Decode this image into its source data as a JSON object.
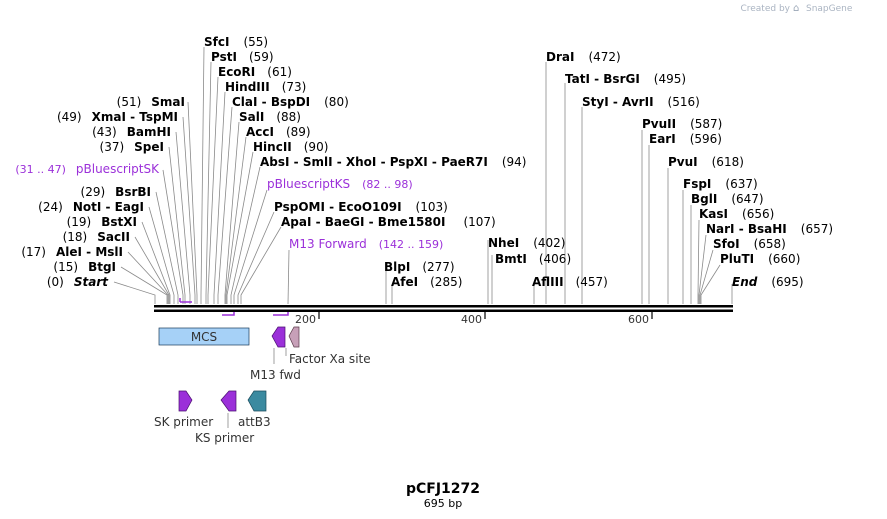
{
  "branding": {
    "created_by": "Created by",
    "product": "SnapGene"
  },
  "plasmid": {
    "name": "pCFJ1272",
    "length": "695 bp"
  },
  "colors": {
    "primer": "#9b30d9",
    "mcs": "#a6d1f7",
    "factor_xa": "#c7a0b8",
    "attb3": "#3b8aa0",
    "backbone": "#000000"
  },
  "axis": {
    "ticks": [
      "200",
      "400",
      "600"
    ]
  },
  "sites": [
    {
      "name": "SfcI",
      "pos": "(55)"
    },
    {
      "name": "PstI",
      "pos": "(59)"
    },
    {
      "name": "EcoRI",
      "pos": "(61)"
    },
    {
      "name": "HindIII",
      "pos": "(73)"
    },
    {
      "name": "ClaI  -  BspDI",
      "pos": "(80)"
    },
    {
      "name": "SalI",
      "pos": "(88)"
    },
    {
      "name": "AccI",
      "pos": "(89)"
    },
    {
      "name": "HincII",
      "pos": "(90)"
    },
    {
      "name": "AbsI  -  SmlI  -  XhoI  -  PspXI  -  PaeR7I",
      "pos": "(94)"
    },
    {
      "name": "PspOMI  -  EcoO109I",
      "pos": "(103)"
    },
    {
      "name": "ApaI  -  BaeGI  -  Bme1580I",
      "pos": "(107)"
    },
    {
      "name": "SmaI",
      "pos": "(51)"
    },
    {
      "name": "XmaI  -  TspMI",
      "pos": "(49)"
    },
    {
      "name": "BamHI",
      "pos": "(43)"
    },
    {
      "name": "SpeI",
      "pos": "(37)"
    },
    {
      "name": "BsrBI",
      "pos": "(29)"
    },
    {
      "name": "NotI  -  EagI",
      "pos": "(24)"
    },
    {
      "name": "BstXI",
      "pos": "(19)"
    },
    {
      "name": "SacII",
      "pos": "(18)"
    },
    {
      "name": "AleI  -  MslI",
      "pos": "(17)"
    },
    {
      "name": "BtgI",
      "pos": "(15)"
    },
    {
      "name": "Start",
      "pos": "(0)"
    },
    {
      "name": "BlpI",
      "pos": "(277)"
    },
    {
      "name": "AfeI",
      "pos": "(285)"
    },
    {
      "name": "NheI",
      "pos": "(402)"
    },
    {
      "name": "BmtI",
      "pos": "(406)"
    },
    {
      "name": "AflIII",
      "pos": "(457)"
    },
    {
      "name": "DraI",
      "pos": "(472)"
    },
    {
      "name": "TatI  -  BsrGI",
      "pos": "(495)"
    },
    {
      "name": "StyI  -  AvrII",
      "pos": "(516)"
    },
    {
      "name": "PvuII",
      "pos": "(587)"
    },
    {
      "name": "EarI",
      "pos": "(596)"
    },
    {
      "name": "PvuI",
      "pos": "(618)"
    },
    {
      "name": "FspI",
      "pos": "(637)"
    },
    {
      "name": "BglI",
      "pos": "(647)"
    },
    {
      "name": "KasI",
      "pos": "(656)"
    },
    {
      "name": "NarI  -  BsaHI",
      "pos": "(657)"
    },
    {
      "name": "SfoI",
      "pos": "(658)"
    },
    {
      "name": "PluTI",
      "pos": "(660)"
    },
    {
      "name": "End",
      "pos": "(695)"
    }
  ],
  "primer_sites": [
    {
      "name": "pBluescriptSK",
      "range": "(31 .. 47)"
    },
    {
      "name": "pBluescriptKS",
      "range": "(82 .. 98)"
    },
    {
      "name": "M13 Forward",
      "range": "(142 .. 159)"
    }
  ],
  "features": {
    "mcs": "MCS",
    "factor_xa": "Factor Xa site",
    "m13_fwd": "M13 fwd",
    "sk_primer": "SK primer",
    "ks_primer": "KS primer",
    "attb3": "attB3"
  }
}
